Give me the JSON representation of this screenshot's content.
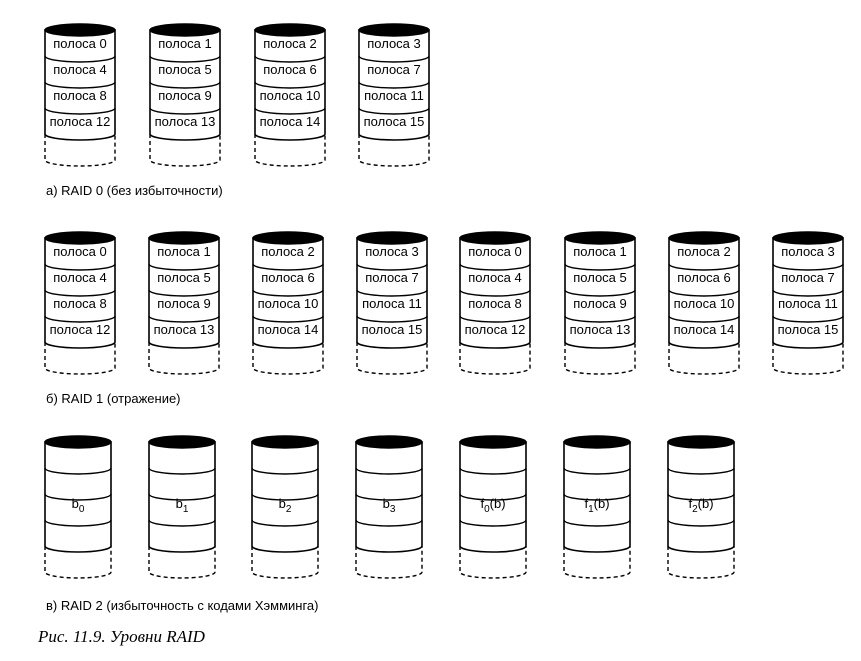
{
  "figure": {
    "caption": "Рис. 11.9. Уровни RAID",
    "colors": {
      "ink": "#000000",
      "paper": "#ffffff",
      "top_fill": "#000000"
    }
  },
  "sections": [
    {
      "id": "raid0",
      "caption": "а) RAID 0 (без избыточности)",
      "disks": [
        {
          "strips": [
            "полоса 0",
            "полоса 4",
            "полоса 8",
            "полоса 12"
          ]
        },
        {
          "strips": [
            "полоса 1",
            "полоса 5",
            "полоса 9",
            "полоса 13"
          ]
        },
        {
          "strips": [
            "полоса 2",
            "полоса 6",
            "полоса 10",
            "полоса 14"
          ]
        },
        {
          "strips": [
            "полоса 3",
            "полоса 7",
            "полоса 11",
            "полоса 15"
          ]
        }
      ]
    },
    {
      "id": "raid1",
      "caption": "б) RAID 1 (отражение)",
      "disks": [
        {
          "strips": [
            "полоса 0",
            "полоса 4",
            "полоса 8",
            "полоса 12"
          ]
        },
        {
          "strips": [
            "полоса 1",
            "полоса 5",
            "полоса 9",
            "полоса 13"
          ]
        },
        {
          "strips": [
            "полоса 2",
            "полоса 6",
            "полоса 10",
            "полоса 14"
          ]
        },
        {
          "strips": [
            "полоса 3",
            "полоса 7",
            "полоса 11",
            "полоса 15"
          ]
        },
        {
          "strips": [
            "полоса 0",
            "полоса 4",
            "полоса 8",
            "полоса 12"
          ]
        },
        {
          "strips": [
            "полоса 1",
            "полоса 5",
            "полоса 9",
            "полоса 13"
          ]
        },
        {
          "strips": [
            "полоса 2",
            "полоса 6",
            "полоса 10",
            "полоса 14"
          ]
        },
        {
          "strips": [
            "полоса 3",
            "полоса 7",
            "полоса 11",
            "полоса 15"
          ]
        }
      ]
    },
    {
      "id": "raid2",
      "caption": "в) RAID 2 (избыточность с кодами Хэмминга)",
      "disks": [
        {
          "label": "b",
          "sub": "0",
          "suffix": ""
        },
        {
          "label": "b",
          "sub": "1",
          "suffix": ""
        },
        {
          "label": "b",
          "sub": "2",
          "suffix": ""
        },
        {
          "label": "b",
          "sub": "3",
          "suffix": ""
        },
        {
          "label": "f",
          "sub": "0",
          "suffix": "(b)"
        },
        {
          "label": "f",
          "sub": "1",
          "suffix": "(b)"
        },
        {
          "label": "f",
          "sub": "2",
          "suffix": "(b)"
        }
      ]
    }
  ]
}
